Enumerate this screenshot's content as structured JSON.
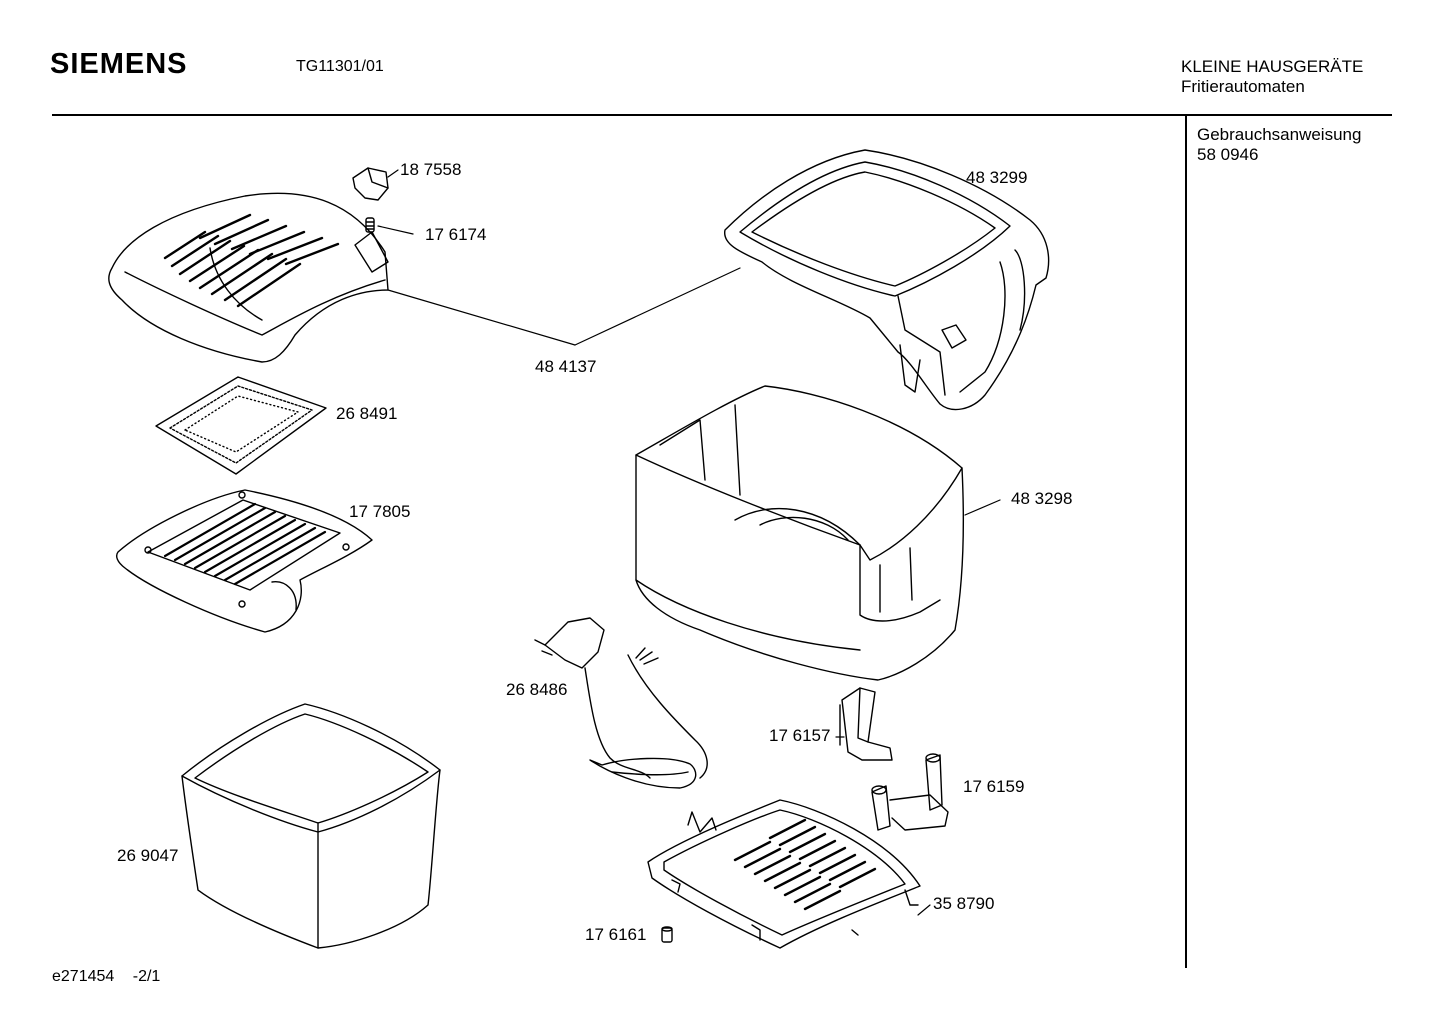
{
  "header": {
    "brand": "SIEMENS",
    "model": "TG11301/01",
    "category_line1": "KLEINE HAUSGERÄTE",
    "category_line2": "Fritierautomaten"
  },
  "sidebar": {
    "doc_title": "Gebrauchsanweisung",
    "doc_number": "58 0946"
  },
  "footer": {
    "drawing_id": "e271454",
    "page": "-2/1"
  },
  "parts": [
    {
      "id": "18 7558"
    },
    {
      "id": "17 6174"
    },
    {
      "id": "48 3299"
    },
    {
      "id": "48 4137"
    },
    {
      "id": "26 8491"
    },
    {
      "id": "17 7805"
    },
    {
      "id": "48 3298"
    },
    {
      "id": "26 8486"
    },
    {
      "id": "17 6157"
    },
    {
      "id": "17 6159"
    },
    {
      "id": "26 9047"
    },
    {
      "id": "35 8790"
    },
    {
      "id": "17 6161"
    }
  ]
}
